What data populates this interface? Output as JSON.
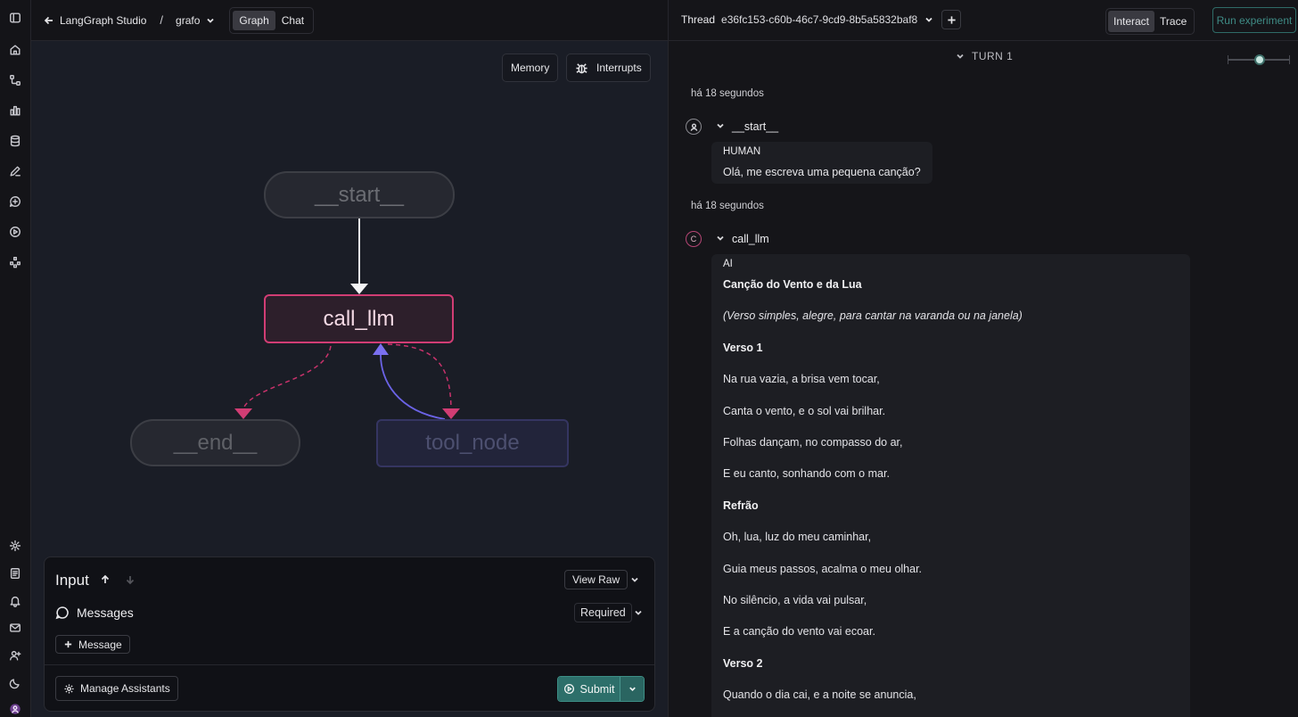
{
  "app": {
    "brand": "LangGraph Studio",
    "graph_name": "grafo",
    "view_tabs": [
      "Graph",
      "Chat"
    ],
    "active_view": "Graph"
  },
  "canvas": {
    "memory_label": "Memory",
    "interrupts_label": "Interrupts",
    "nodes": {
      "start": "__start__",
      "call_llm": "call_llm",
      "end": "__end__",
      "tool_node": "tool_node"
    },
    "colors": {
      "active_node": "#d13d74",
      "tool_edge": "#6b63e6",
      "conditional_edge": "#c8326b"
    }
  },
  "input_panel": {
    "title": "Input",
    "view_raw_label": "View Raw",
    "messages_label": "Messages",
    "required_label": "Required",
    "add_message_label": "Message",
    "manage_assistants_label": "Manage Assistants",
    "submit_label": "Submit"
  },
  "thread": {
    "label": "Thread",
    "id": "e36fc153-c60b-46c7-9cd9-8b5a5832baf8",
    "mode_tabs": [
      "Interact",
      "Trace"
    ],
    "active_mode": "Interact",
    "run_experiment_label": "Run experiment",
    "turn_label": "TURN 1",
    "events": [
      {
        "time": "há 18 segundos",
        "node": "__start__",
        "avatar_icon": "user-icon",
        "role": "HUMAN",
        "text": "Olá, me escreva uma pequena canção?"
      },
      {
        "time": "há 18 segundos",
        "node": "call_llm",
        "avatar_letter": "C",
        "role": "AI",
        "lines": [
          {
            "text": "Canção do Vento e da Lua",
            "style": "bold"
          },
          {
            "text": "(Verso simples, alegre, para cantar na varanda ou na janela)",
            "style": "italic"
          },
          {
            "text": "Verso 1",
            "style": "bold"
          },
          {
            "text": "Na rua vazia, a brisa vem tocar,",
            "style": "normal"
          },
          {
            "text": "Canta o vento, e o sol vai brilhar.",
            "style": "normal"
          },
          {
            "text": "Folhas dançam, no compasso do ar,",
            "style": "normal"
          },
          {
            "text": "E eu canto, sonhando com o mar.",
            "style": "normal"
          },
          {
            "text": "Refrão",
            "style": "bold"
          },
          {
            "text": "Oh, lua, luz do meu caminhar,",
            "style": "normal"
          },
          {
            "text": "Guia meus passos, acalma o meu olhar.",
            "style": "normal"
          },
          {
            "text": "No silêncio, a vida vai pulsar,",
            "style": "normal"
          },
          {
            "text": "E a canção do vento vai ecoar.",
            "style": "normal"
          },
          {
            "text": "Verso 2",
            "style": "bold"
          },
          {
            "text": "Quando o dia cai, e a noite se anuncia,",
            "style": "normal"
          }
        ]
      }
    ]
  }
}
